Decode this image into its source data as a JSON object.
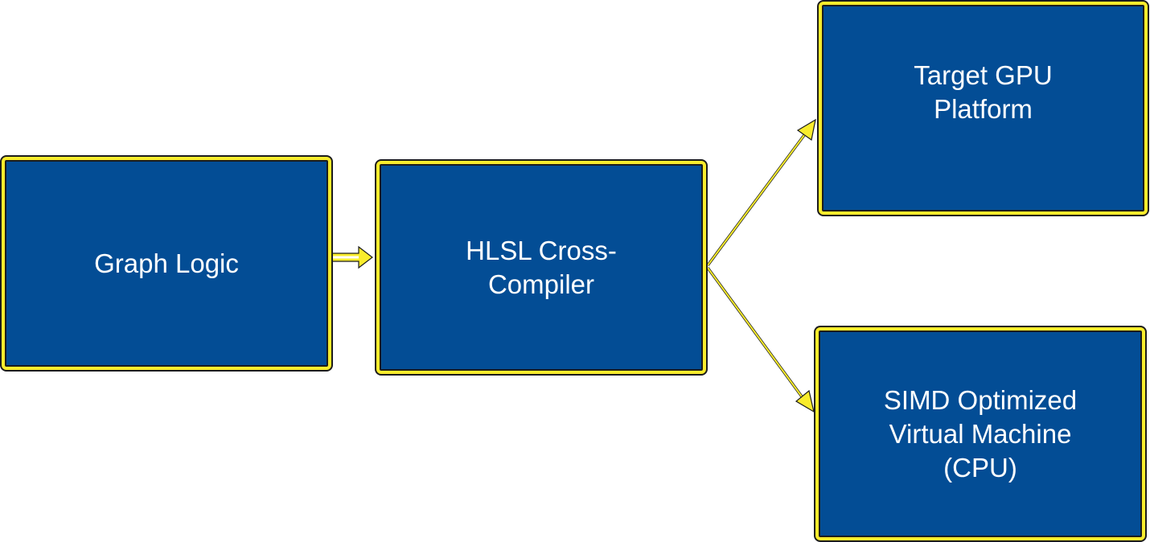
{
  "diagram": {
    "nodes": {
      "graph_logic": "Graph Logic",
      "hlsl": "HLSL Cross-\nCompiler",
      "gpu": "Target GPU\nPlatform",
      "simd": "SIMD Optimized\nVirtual Machine\n(CPU)"
    },
    "edges": [
      {
        "from": "graph_logic",
        "to": "hlsl"
      },
      {
        "from": "hlsl",
        "to": "gpu"
      },
      {
        "from": "hlsl",
        "to": "simd"
      }
    ],
    "colors": {
      "node_fill": "#034d95",
      "node_border": "#f9ec2c",
      "outline": "#1c1c1c",
      "text": "#ffffff",
      "arrow": "#f9ec2c"
    }
  }
}
